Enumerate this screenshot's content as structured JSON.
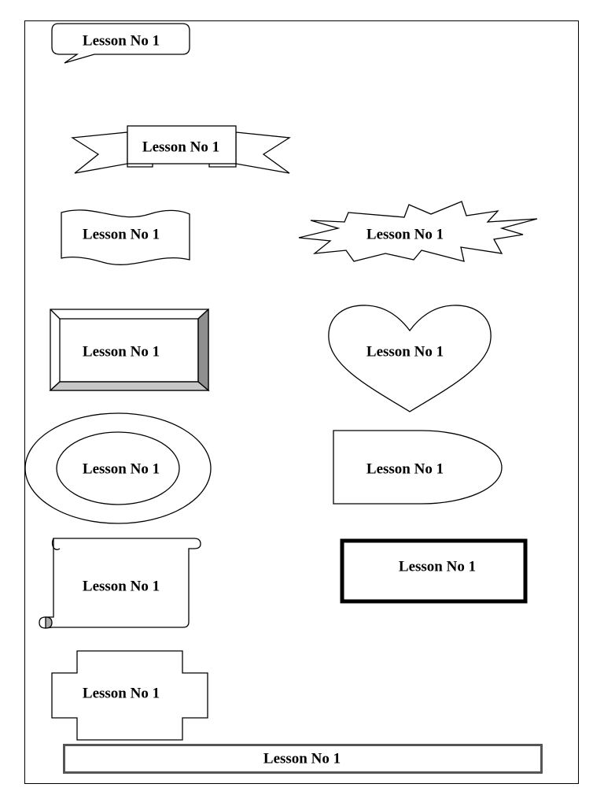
{
  "shapes": {
    "callout": "Lesson No 1",
    "ribbon": "Lesson No 1",
    "wave": "Lesson No 1",
    "explosion": "Lesson No 1",
    "bevel": "Lesson No 1",
    "heart": "Lesson No 1",
    "donut": "Lesson No 1",
    "delay": "Lesson No 1",
    "scroll": "Lesson No 1",
    "thick_frame": "Lesson No 1",
    "plaque": "Lesson No 1",
    "bottom_bar": "Lesson No 1"
  }
}
